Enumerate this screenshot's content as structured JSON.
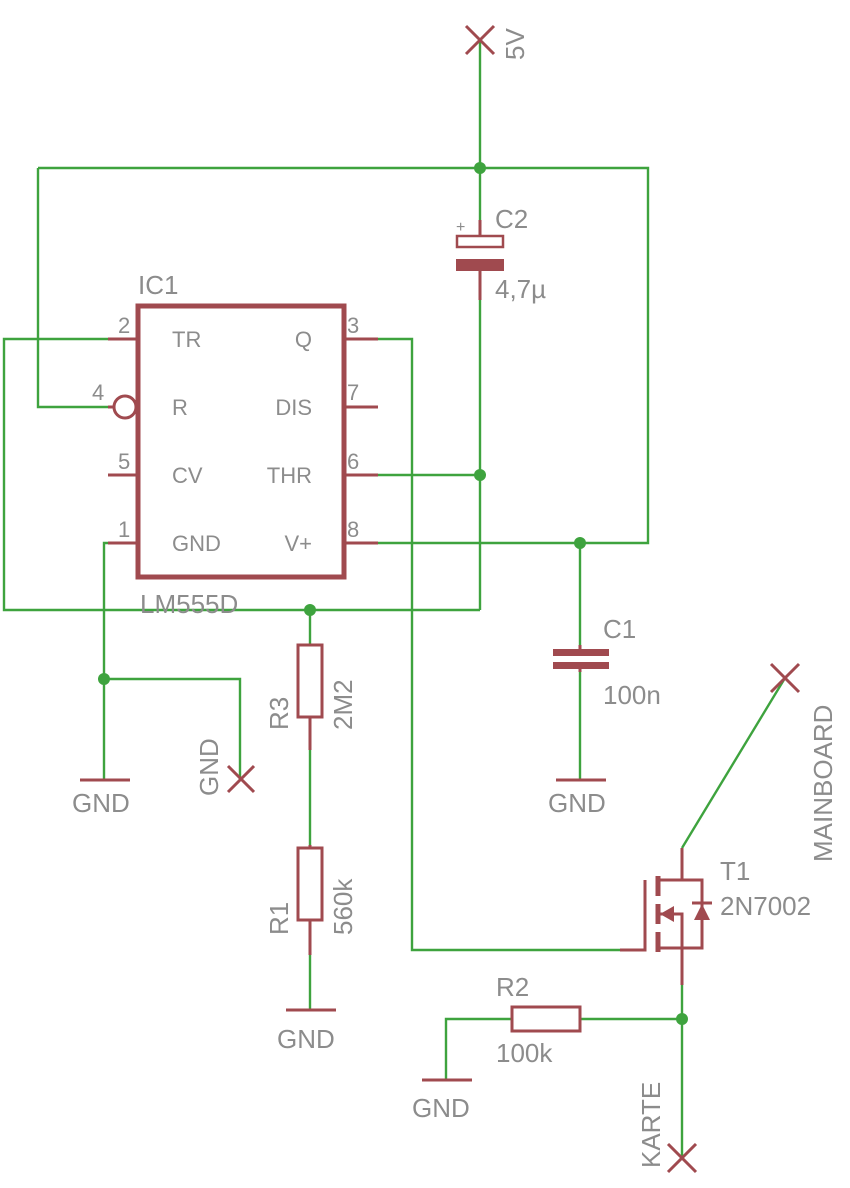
{
  "colors": {
    "wire": "#3ea33e",
    "part": "#a04a4f",
    "label": "#8c8c8c"
  },
  "ic1": {
    "name": "IC1",
    "value": "LM555D",
    "pins": {
      "tr": {
        "num": "2",
        "label": "TR"
      },
      "r": {
        "num": "4",
        "label": "R"
      },
      "cv": {
        "num": "5",
        "label": "CV"
      },
      "gnd": {
        "num": "1",
        "label": "GND"
      },
      "q": {
        "num": "3",
        "label": "Q"
      },
      "dis": {
        "num": "7",
        "label": "DIS"
      },
      "thr": {
        "num": "6",
        "label": "THR"
      },
      "vplus": {
        "num": "8",
        "label": "V+"
      }
    }
  },
  "c2": {
    "name": "C2",
    "value": "4,7µ",
    "polarity": "+"
  },
  "c1": {
    "name": "C1",
    "value": "100n"
  },
  "r3": {
    "name": "R3",
    "value": "2M2"
  },
  "r1": {
    "name": "R1",
    "value": "560k"
  },
  "r2": {
    "name": "R2",
    "value": "100k"
  },
  "t1": {
    "name": "T1",
    "value": "2N7002"
  },
  "supplies": {
    "vcc": "5V",
    "gnd_ic": "GND",
    "gnd_flag": "GND",
    "gnd_c1": "GND",
    "gnd_r1": "GND",
    "gnd_r2": "GND"
  },
  "ports": {
    "mainboard": "MAINBOARD",
    "karte": "KARTE"
  }
}
